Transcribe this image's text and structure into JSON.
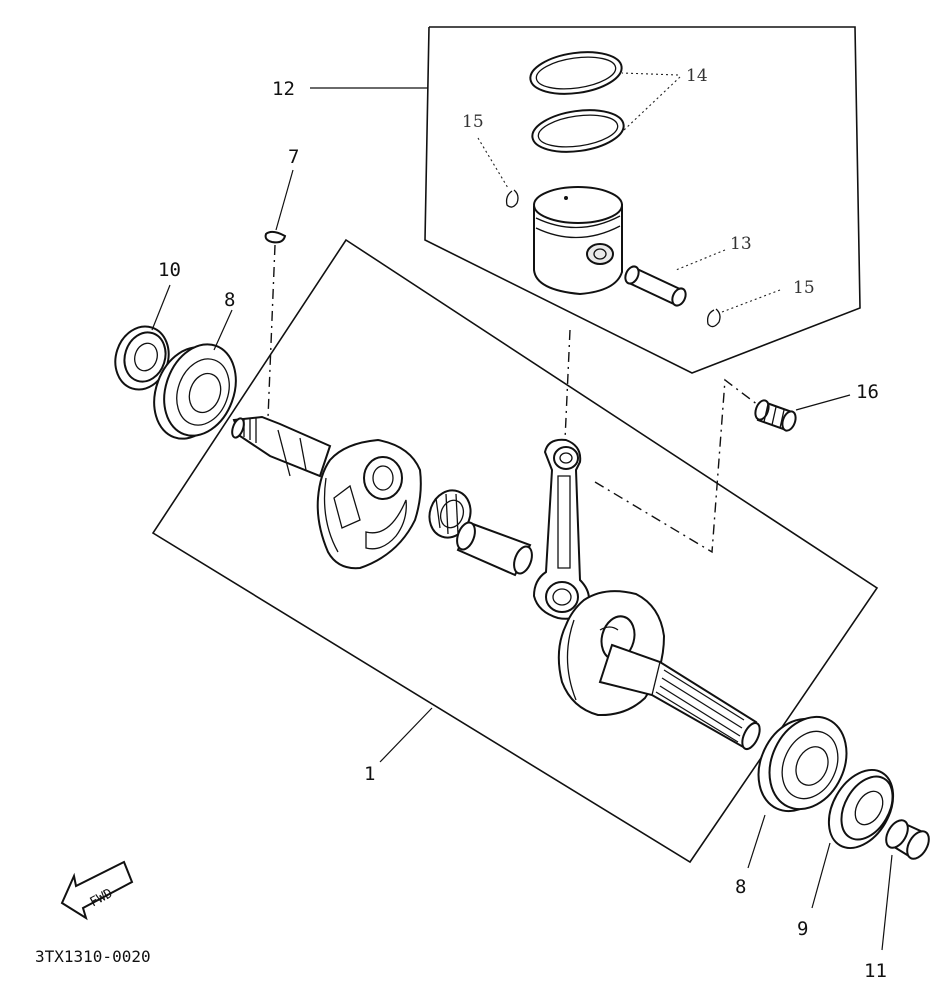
{
  "diagram": {
    "drawing_code": "3TX1310-0020",
    "fwd_label": "FWD",
    "callouts": {
      "crankshaft_assy": "1",
      "woodruff_key": "7",
      "bearing_left": "8",
      "bearing_right": "8",
      "oil_seal_right": "9",
      "oil_seal_left": "10",
      "collar": "11",
      "piston": "12",
      "piston_pin": "13",
      "piston_ring_set": "14",
      "clip_left": "15",
      "clip_right": "15",
      "small_end_bearing": "16"
    }
  }
}
